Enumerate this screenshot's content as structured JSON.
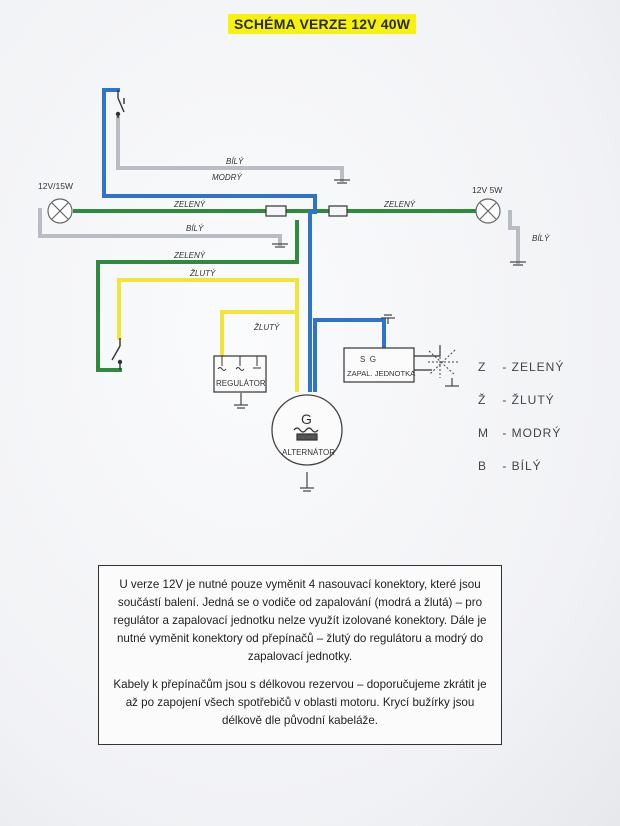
{
  "title": "SCHÉMA VERZE 12V 40W",
  "diagram": {
    "lamp_left": "12V/15W",
    "lamp_right": "12V 5W",
    "wire_labels": {
      "bily_top": "BÍLÝ",
      "modry_top": "MODRÝ",
      "zeleny_left": "ZELENÝ",
      "zeleny_right": "ZELENÝ",
      "bily_mid": "BÍLÝ",
      "bily_right": "BÍLÝ",
      "zeleny_lower": "ZELENÝ",
      "zluty_lower": "ŽLUTÝ",
      "zluty_reg": "ŽLUTÝ"
    },
    "regulator": "REGULÁTOR",
    "ignition_unit": "ZAPAL. JEDNOTKA",
    "ignition_terminals": "S  G",
    "alternator": "ALTERNÁTOR",
    "alternator_symbol": "G"
  },
  "colors": {
    "blue": "#2f74c8",
    "green": "#2f8a3c",
    "yellow": "#f2e43a",
    "grey": "#b9bcc2"
  },
  "legend": [
    {
      "key": "Z",
      "value": "- ZELENÝ"
    },
    {
      "key": "Ž",
      "value": "- ŽLUTÝ"
    },
    {
      "key": "M",
      "value": "- MODRÝ"
    },
    {
      "key": "B",
      "value": "- BÍLÝ"
    }
  ],
  "note": {
    "paragraph1": "U verze 12V je nutné pouze vyměnit 4 nasouvací konektory, které jsou součástí balení. Jedná se o vodiče od zapalování (modrá a žlutá) – pro regulátor a zapalovací jednotku nelze využít izolované konektory. Dále je nutné vyměnit konektory od přepínačů – žlutý do regulátoru a modrý do zapalovací jednotky.",
    "paragraph2": "Kabely k přepínačům jsou s délkovou rezervou – doporučujeme zkrátit je až po zapojení všech spotřebičů v oblasti motoru. Krycí bužírky jsou délkově dle původní kabeláže."
  }
}
